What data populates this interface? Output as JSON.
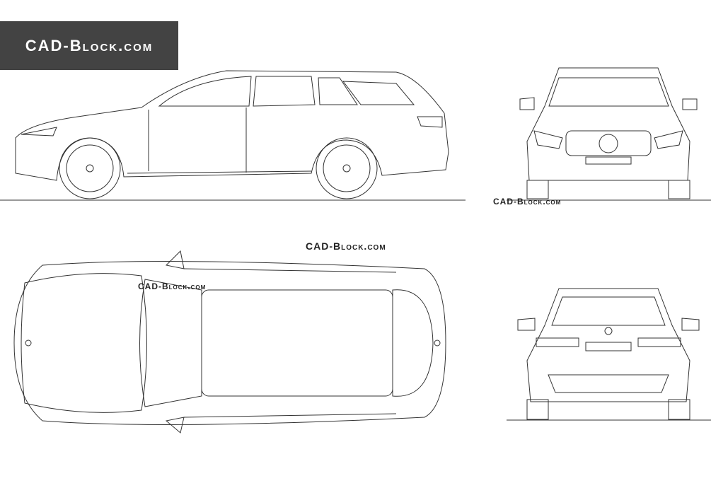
{
  "logo": {
    "text": "CAD-Block.com"
  },
  "watermarks": [
    "CAD-Block.com",
    "CAD-Block.com",
    "CAD-Block.com"
  ],
  "views": [
    "side-view",
    "front-view",
    "top-view",
    "rear-view"
  ]
}
